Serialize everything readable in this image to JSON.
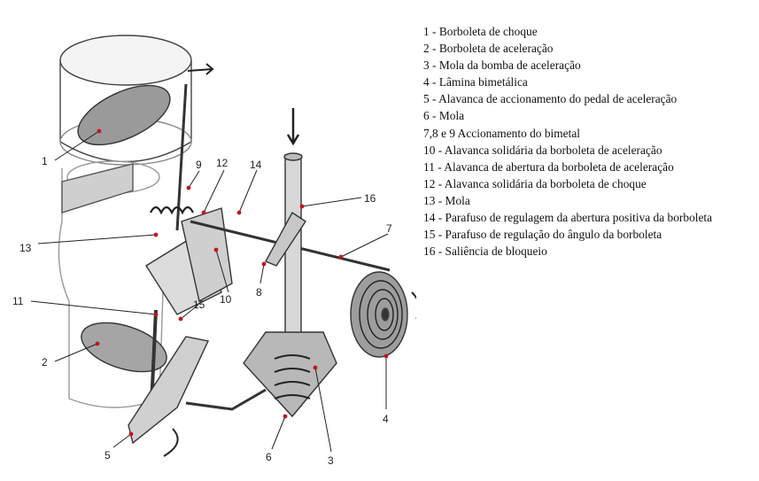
{
  "diagram": {
    "callouts": [
      "1",
      "2",
      "3",
      "4",
      "5",
      "6",
      "7",
      "8",
      "9",
      "10",
      "11",
      "12",
      "13",
      "14",
      "15",
      "16"
    ]
  },
  "legend": [
    "1 - Borboleta de choque",
    "2 - Borboleta de aceleração",
    "3 - Mola da bomba de aceleração",
    "4 - Lâmina bimetálica",
    "5 - Alavanca de accionamento do pedal de aceleração",
    "6 - Mola",
    "7,8 e 9 Accionamento do bimetal",
    "10 - Alavanca solidária da borboleta de aceleração",
    "11 - Alavanca de abertura da borboleta de aceleração",
    "12 - Alavanca solidária da borboleta de choque",
    "13 - Mola",
    "14 - Parafuso de regulagem da abertura positiva da borboleta",
    "15 - Parafuso de regulação do ângulo da borboleta",
    "16 - Saliência de bloqueio"
  ]
}
